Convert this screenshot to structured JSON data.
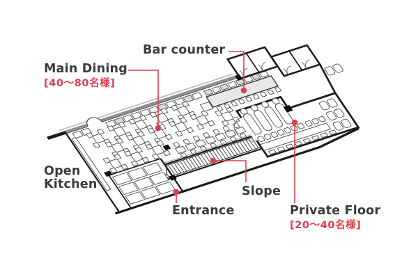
{
  "figure": {
    "type": "restaurant-floor-plan",
    "orientation": "rotated -18deg isometric-style plan"
  },
  "colors": {
    "accent": "#e23c4b",
    "label_text": "#3b3b3b",
    "wall_gray": "#8f8f8f",
    "bar_counter_fill": "#e8e8e8"
  },
  "labels": {
    "bar_counter": {
      "text": "Bar counter"
    },
    "main_dining": {
      "text": "Main Dining",
      "capacity": "[40〜80名様]"
    },
    "open_kitchen": {
      "text": "Open",
      "text2": "Kitchen"
    },
    "entrance": {
      "text": "Entrance"
    },
    "slope": {
      "text": "Slope"
    },
    "private_floor": {
      "text": "Private Floor",
      "capacity": "[20〜40名様]"
    }
  }
}
